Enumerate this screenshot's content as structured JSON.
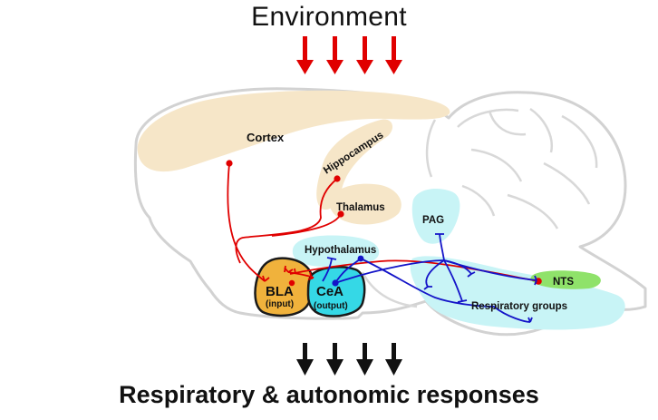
{
  "diagram": {
    "title_top": "Environment",
    "title_bottom": "Respiratory & autonomic responses",
    "regions": {
      "cortex": "Cortex",
      "hippocampus": "Hippocampus",
      "thalamus": "Thalamus",
      "pag": "PAG",
      "hypothalamus": "Hypothalamus",
      "bla": "BLA",
      "bla_sub": "(input)",
      "cea": "CeA",
      "cea_sub": "(output)",
      "nts": "NTS",
      "respiratory_groups": "Respiratory groups"
    },
    "colors": {
      "input_pathway": "#e00000",
      "output_pathway": "#1414c8",
      "bla_fill": "#f0b23c",
      "cea_fill": "#35d8e6",
      "region_fill_cortex": "#f6e6c8",
      "region_fill_brainstem": "#c8f4f6",
      "nts_fill": "#8fe26a",
      "brain_outline": "#d2d2d2",
      "arrow_top": "#e00000",
      "arrow_bottom": "#111111"
    }
  }
}
